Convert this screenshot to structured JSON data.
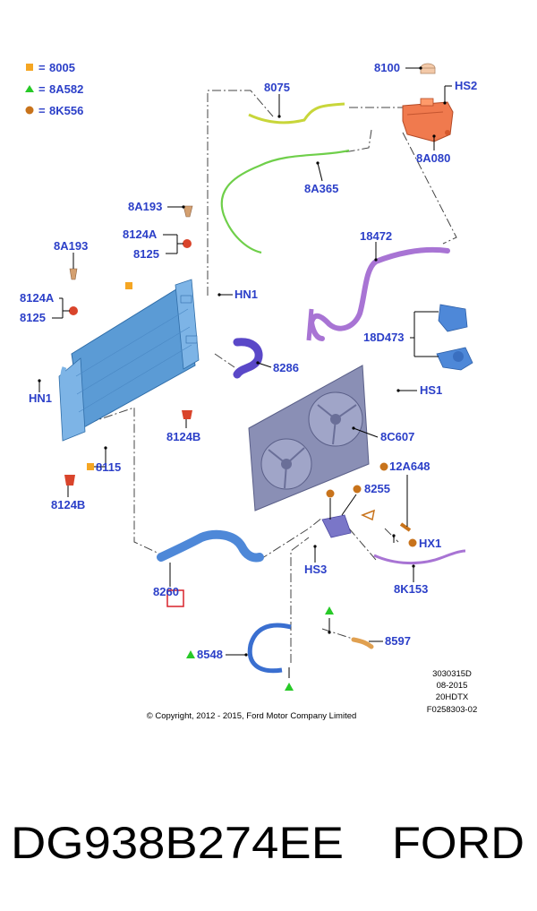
{
  "legend": [
    {
      "code": "8005",
      "marker": "square",
      "color": "#f5a623"
    },
    {
      "code": "8A582",
      "marker": "triangle",
      "color": "#27c927"
    },
    {
      "code": "8K556",
      "marker": "circle",
      "color": "#c8731b"
    }
  ],
  "legend_eq": "=",
  "parts": {
    "p8100": "8100",
    "hs2": "HS2",
    "p8a080": "8A080",
    "p8075": "8075",
    "p8a365": "8A365",
    "p8a193_top": "8A193",
    "p8124a_top": "8124A",
    "p8125_top": "8125",
    "p8a193_left": "8A193",
    "p8124a_left": "8124A",
    "p8125_left": "8125",
    "hn1_right": "HN1",
    "hn1_left": "HN1",
    "p8124b_mid": "8124B",
    "p8124b_low": "8124B",
    "p8115": "8115",
    "p8286": "8286",
    "p18472": "18472",
    "p18d473": "18D473",
    "hs1": "HS1",
    "p8c607": "8C607",
    "p12a648": "12A648",
    "p8255": "8255",
    "hs3": "HS3",
    "hx1": "HX1",
    "p8k153": "8K153",
    "p8260": "8260",
    "p8548": "8548",
    "p8597": "8597"
  },
  "meta": {
    "line1": "3030315D",
    "line2": "08-2015",
    "line3": "20HDTX",
    "line4": "F0258303-02"
  },
  "copyright": "© Copyright, 2012 - 2015, Ford Motor Company Limited",
  "footer": {
    "part_number": "DG938B274EE",
    "brand": "FORD"
  },
  "colors": {
    "label_blue": "#2b3fc8",
    "radiator_blue": "#5b9bd5",
    "hose_purple": "#a874d4",
    "tank_orange": "#f07a4e",
    "fan_grey": "#8a8fb5",
    "highlight_red": "#d9222b"
  }
}
